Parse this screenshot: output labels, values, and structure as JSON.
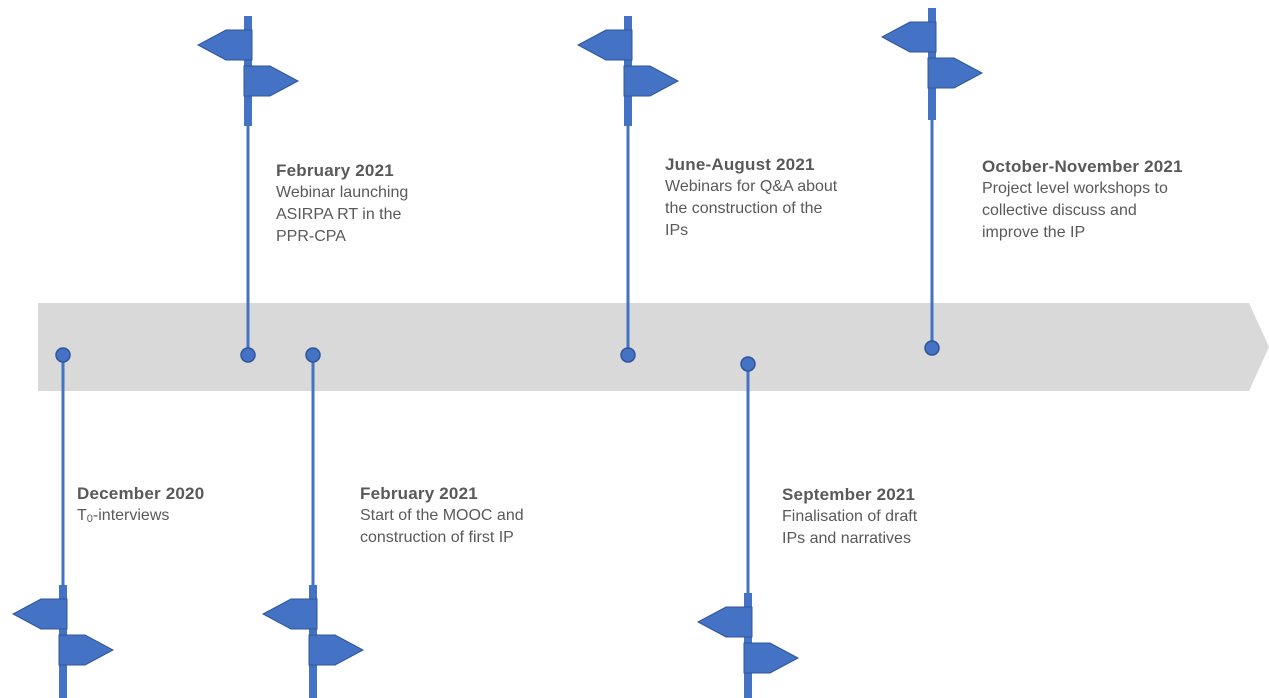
{
  "colors": {
    "arrow": "#d9d9d9",
    "marker": "#4472c4",
    "marker_stroke": "#2f5597",
    "text": "#595959"
  },
  "events": [
    {
      "id": "dec-2020",
      "date": "December 2020",
      "desc_prefix": "T",
      "desc_sub": "0",
      "desc_suffix": "-interviews",
      "position": "below"
    },
    {
      "id": "feb-2021-webinar",
      "date": "February 2021",
      "desc": "Webinar launching\nASIRPA RT in the\nPPR-CPA",
      "position": "above"
    },
    {
      "id": "feb-2021-mooc",
      "date": "February 2021",
      "desc": "Start of the MOOC and\nconstruction of first IP",
      "position": "below"
    },
    {
      "id": "jun-aug-2021",
      "date": "June-August 2021",
      "desc": "Webinars for Q&A about\nthe construction of the\nIPs",
      "position": "above"
    },
    {
      "id": "sep-2021",
      "date": "September 2021",
      "desc": "Finalisation of draft\nIPs and narratives",
      "position": "below"
    },
    {
      "id": "oct-nov-2021",
      "date": "October-November 2021",
      "desc": "Project level workshops to\ncollective discuss and\nimprove the IP",
      "position": "above"
    }
  ]
}
